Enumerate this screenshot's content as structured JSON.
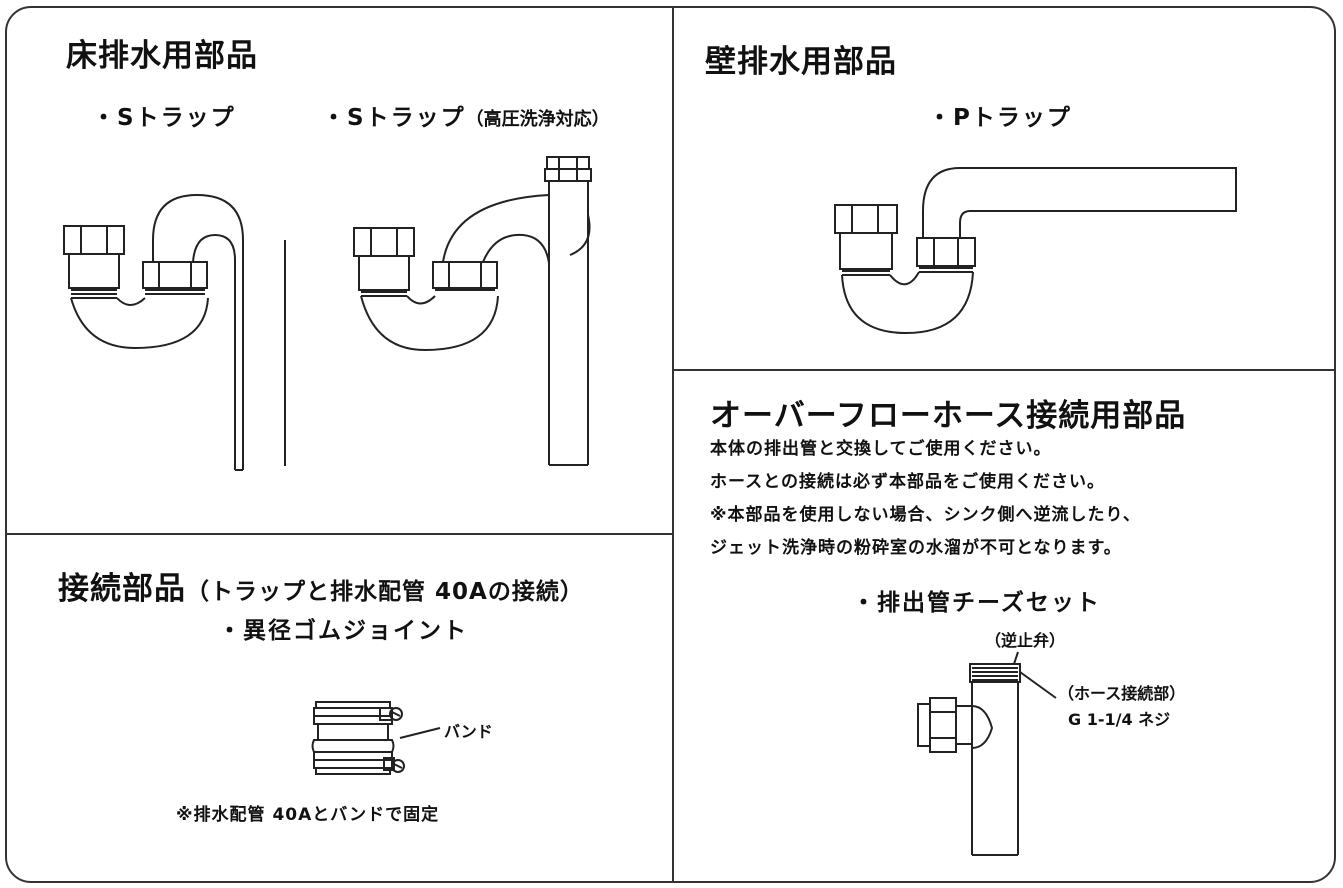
{
  "floor_section": {
    "title": "床排水用部品",
    "item1_label": "・Sトラップ",
    "item2_label": "・Sトラップ",
    "item2_suffix": "（高圧洗浄対応）"
  },
  "wall_section": {
    "title": "壁排水用部品",
    "item_label": "・Pトラップ"
  },
  "connection_section": {
    "title": "接続部品",
    "title_suffix": "（トラップと排水配管 40Aの接続）",
    "item_label": "・異径ゴムジョイント",
    "band_label": "バンド",
    "note": "※排水配管 40Aとバンドで固定"
  },
  "overflow_section": {
    "title": "オーバーフローホース接続用部品",
    "lines": [
      "本体の排出管と交換してご使用ください。",
      "ホースとの接続は必ず本部品をご使用ください。",
      "※本部品を使用しない場合、シンク側へ逆流したり、",
      "ジェット洗浄時の粉砕室の水溜が不可となります。"
    ],
    "item_label": "・排出管チーズセット",
    "valve_label": "（逆止弁）",
    "hose_label": "（ホース接続部）",
    "thread_label": "G 1-1/4 ネジ"
  }
}
